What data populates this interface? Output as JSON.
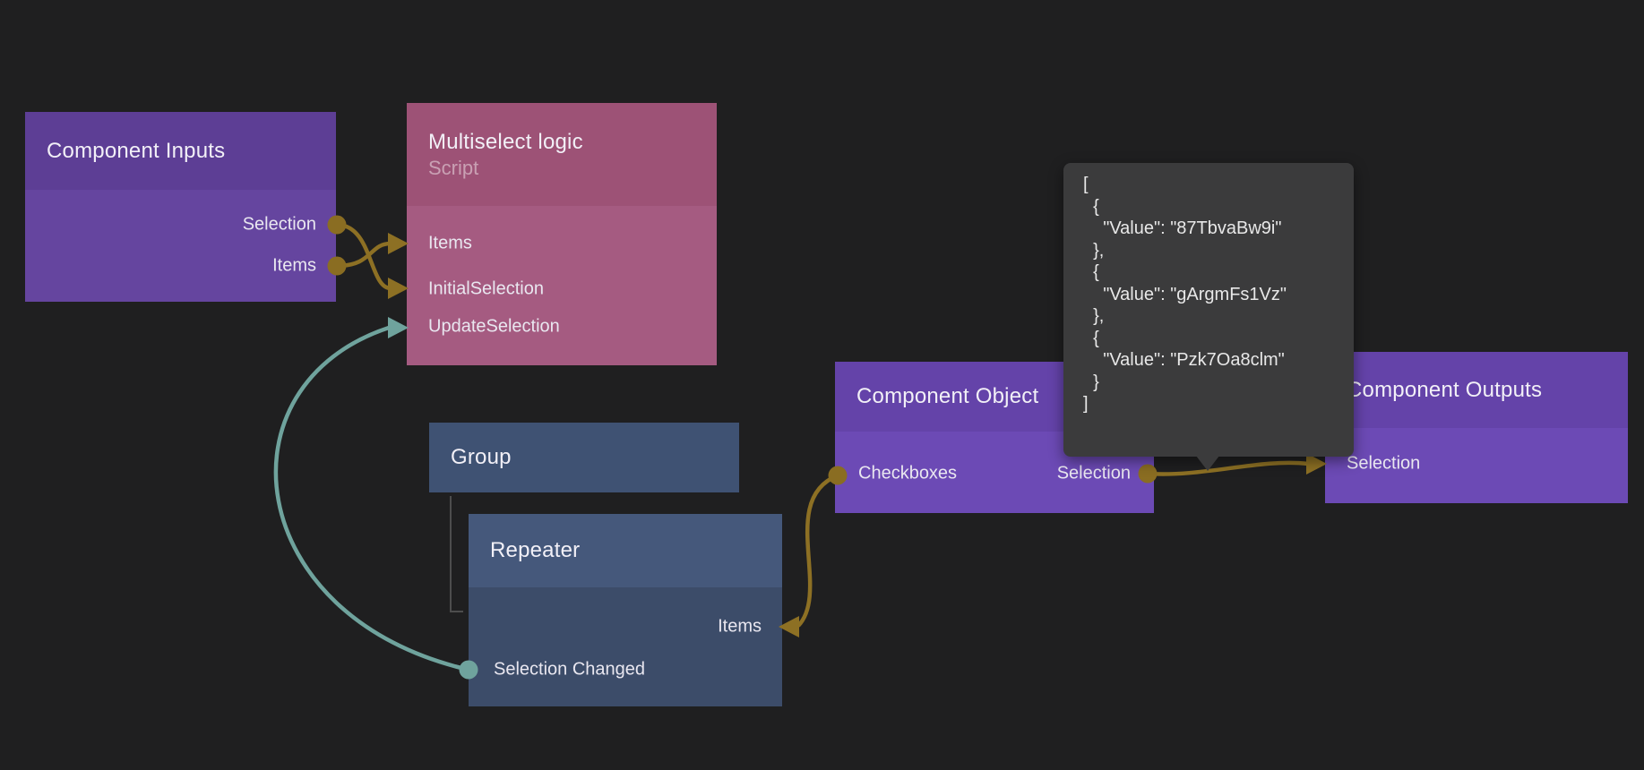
{
  "app": {
    "view": "visual-node-graph-editor"
  },
  "palette": {
    "background": "#1f1f20",
    "component_node_header": "#5d3e95",
    "component_node_body": "#65459f",
    "component_io_header": "#6443a9",
    "component_io_body": "#6c4ab5",
    "script_node_header": "#9d5276",
    "script_node_body": "#a55b81",
    "visual_node_header": "#45587b",
    "visual_node_body": "#3c4c69",
    "group_node_header": "#3f5273",
    "wire_gold": "#8d7024",
    "wire_teal": "#6fa39d",
    "tooltip_bg": "#3b3b3c"
  },
  "nodes": {
    "component_inputs": {
      "title": "Component Inputs",
      "ports": [
        {
          "name": "Selection",
          "side": "right",
          "role": "source",
          "color": "#8d7024"
        },
        {
          "name": "Items",
          "side": "right",
          "role": "source",
          "color": "#8d7024"
        }
      ]
    },
    "multiselect_logic": {
      "title": "Multiselect logic",
      "subtitle": "Script",
      "ports": [
        {
          "name": "Items",
          "side": "left",
          "role": "target",
          "color": "#8d7024"
        },
        {
          "name": "InitialSelection",
          "side": "left",
          "role": "target",
          "color": "#8d7024"
        },
        {
          "name": "UpdateSelection",
          "side": "left",
          "role": "target",
          "color": "#6fa39d"
        }
      ]
    },
    "group": {
      "title": "Group",
      "ports": []
    },
    "repeater": {
      "title": "Repeater",
      "ports": [
        {
          "name": "Items",
          "side": "right",
          "role": "target",
          "color": "#8d7024"
        },
        {
          "name": "Selection Changed",
          "side": "left",
          "role": "source",
          "color": "#6fa39d"
        }
      ]
    },
    "component_object": {
      "title": "Component Object",
      "ports": [
        {
          "name": "Checkboxes",
          "side": "left",
          "role": "source",
          "color": "#8d7024"
        },
        {
          "name": "Selection",
          "side": "right",
          "role": "source",
          "color": "#8d7024"
        }
      ]
    },
    "component_outputs": {
      "title": "Component Outputs",
      "ports": [
        {
          "name": "Selection",
          "side": "left",
          "role": "target",
          "color": "#8d7024"
        }
      ]
    }
  },
  "connections": [
    {
      "from": "Component Inputs.Selection",
      "to": "Multiselect logic.InitialSelection",
      "color": "#8d7024"
    },
    {
      "from": "Component Inputs.Items",
      "to": "Multiselect logic.Items",
      "color": "#8d7024"
    },
    {
      "from": "Repeater.Selection Changed",
      "to": "Multiselect logic.UpdateSelection",
      "color": "#6fa39d"
    },
    {
      "from": "Component Object.Checkboxes",
      "to": "Repeater.Items",
      "color": "#8d7024"
    },
    {
      "from": "Component Object.Selection",
      "to": "Component Outputs.Selection",
      "color": "#8d7024"
    }
  ],
  "tooltip": {
    "kind": "json-value-preview",
    "values": [
      "87TbvaBw9i",
      "gArgmFs1Vz",
      "Pzk7Oa8clm"
    ],
    "text": "[\n  {\n    \"Value\": \"87TbvaBw9i\"\n  },\n  {\n    \"Value\": \"gArgmFs1Vz\"\n  },\n  {\n    \"Value\": \"Pzk7Oa8clm\"\n  }\n]"
  }
}
